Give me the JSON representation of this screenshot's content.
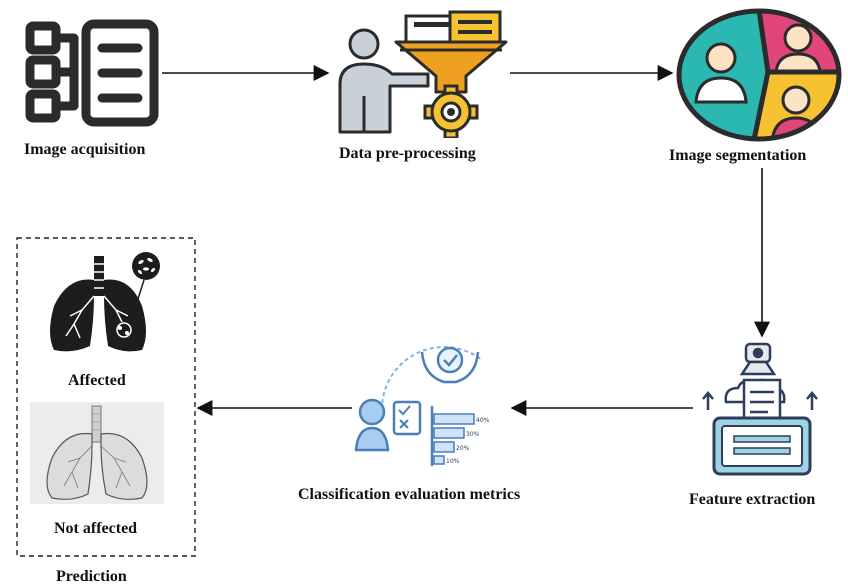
{
  "steps": {
    "acquisition": "Image acquisition",
    "preprocessing": "Data pre-processing",
    "segmentation": "Image segmentation",
    "feature_extraction": "Feature extraction",
    "classification": "Classification evaluation metrics"
  },
  "prediction": {
    "affected": "Affected",
    "not_affected": "Not affected",
    "title": "Prediction"
  },
  "metrics_chart": {
    "bar_labels": [
      "40%",
      "30%",
      "20%",
      "10%"
    ]
  },
  "colors": {
    "dark": "#2b2b2b",
    "yellow": "#f6c232",
    "orange": "#f0a020",
    "teal": "#2bb7b2",
    "pink": "#e0457b",
    "light_blue": "#7fb3e6",
    "navy": "#2d3e5c"
  }
}
